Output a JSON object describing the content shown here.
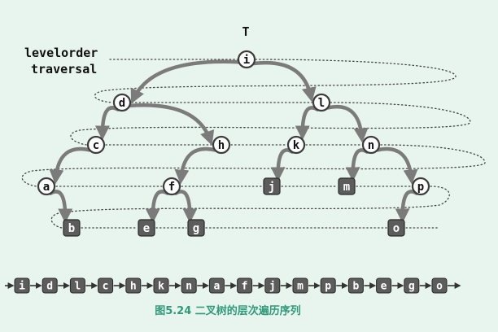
{
  "label_root_marker": "T",
  "side_label": [
    "levelorder",
    "traversal"
  ],
  "nodes": {
    "i": {
      "label": "i",
      "style": "circle"
    },
    "d": {
      "label": "d",
      "style": "circle"
    },
    "l": {
      "label": "l",
      "style": "circle"
    },
    "c": {
      "label": "c",
      "style": "circle"
    },
    "h": {
      "label": "h",
      "style": "circle"
    },
    "k": {
      "label": "k",
      "style": "circle"
    },
    "n": {
      "label": "n",
      "style": "circle"
    },
    "a": {
      "label": "a",
      "style": "circle"
    },
    "f": {
      "label": "f",
      "style": "circle"
    },
    "j": {
      "label": "j",
      "style": "box"
    },
    "m": {
      "label": "m",
      "style": "box"
    },
    "p": {
      "label": "p",
      "style": "circle"
    },
    "b": {
      "label": "b",
      "style": "box"
    },
    "e": {
      "label": "e",
      "style": "box"
    },
    "g": {
      "label": "g",
      "style": "box"
    },
    "o": {
      "label": "o",
      "style": "box"
    }
  },
  "edges": [
    [
      "i",
      "d"
    ],
    [
      "i",
      "l"
    ],
    [
      "d",
      "c"
    ],
    [
      "d",
      "h"
    ],
    [
      "l",
      "k"
    ],
    [
      "l",
      "n"
    ],
    [
      "c",
      "a"
    ],
    [
      "h",
      "f"
    ],
    [
      "k",
      "j"
    ],
    [
      "n",
      "m"
    ],
    [
      "n",
      "p"
    ],
    [
      "a",
      "b"
    ],
    [
      "f",
      "e"
    ],
    [
      "f",
      "g"
    ],
    [
      "p",
      "o"
    ]
  ],
  "traversal_sequence": [
    "i",
    "d",
    "l",
    "c",
    "h",
    "k",
    "n",
    "a",
    "f",
    "j",
    "m",
    "p",
    "b",
    "e",
    "g",
    "o"
  ],
  "caption": "图5.24  二叉树的层次遍历序列",
  "colors": {
    "background": "#e8f5ee",
    "edge": "#7b7b7b",
    "leaf_fill": "#5c5c5c",
    "caption": "#2f9a7a"
  }
}
